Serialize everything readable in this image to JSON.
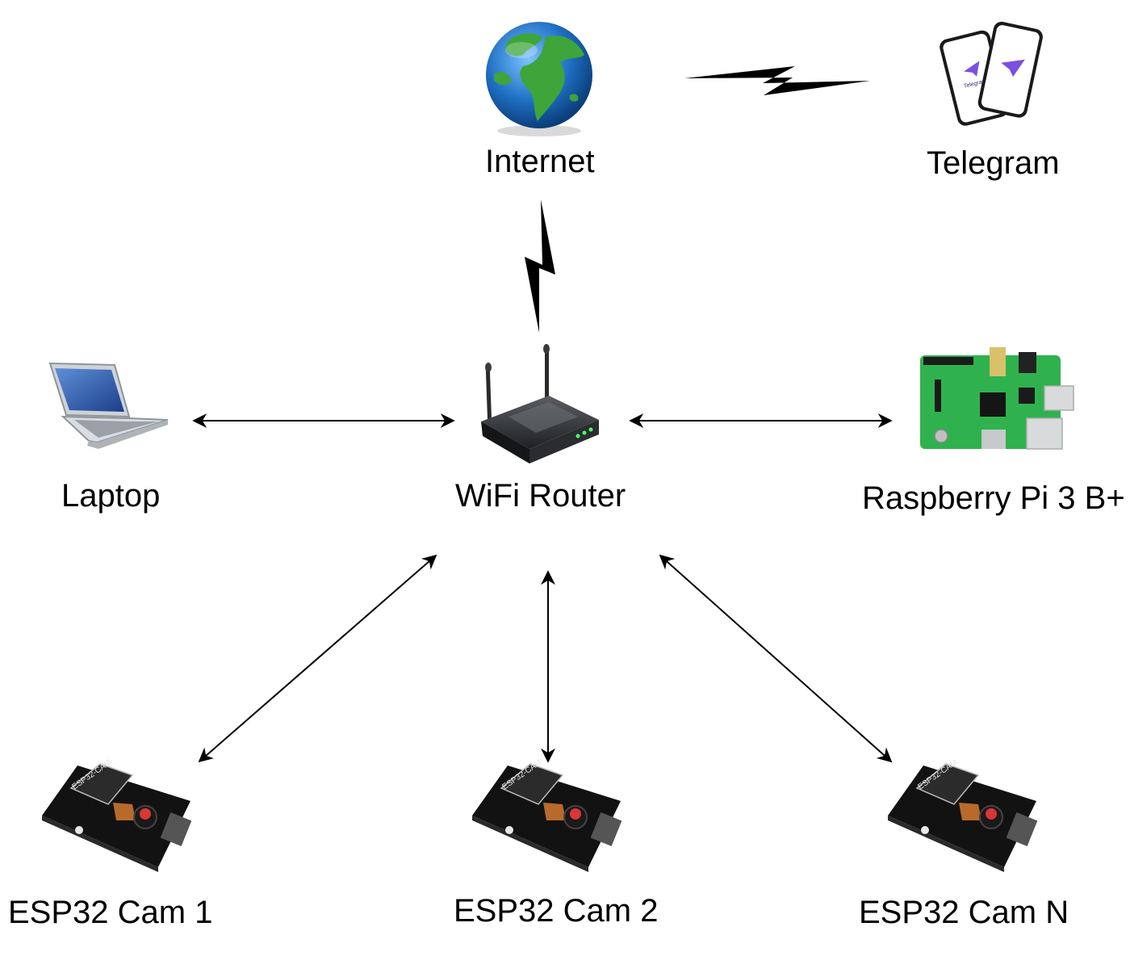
{
  "nodes": {
    "internet": {
      "label": "Internet",
      "icon": "globe-icon"
    },
    "telegram": {
      "label": "Telegram",
      "icon": "smartphones-icon",
      "screen_logo_text": "Telegram"
    },
    "laptop": {
      "label": "Laptop",
      "icon": "laptop-icon"
    },
    "router": {
      "label": "WiFi Router",
      "icon": "router-icon"
    },
    "raspberry": {
      "label": "Raspberry Pi 3 B+",
      "icon": "circuit-board-icon"
    },
    "cam1": {
      "label": "ESP32 Cam 1",
      "icon": "camera-module-icon",
      "board_text": "ESP32-CAM"
    },
    "cam2": {
      "label": "ESP32 Cam 2",
      "icon": "camera-module-icon",
      "board_text": "ESP32-CAM"
    },
    "camN": {
      "label": "ESP32 Cam N",
      "icon": "camera-module-icon",
      "board_text": "ESP32-CAM"
    }
  },
  "connections": [
    {
      "from": "internet",
      "to": "telegram",
      "kind": "wireless"
    },
    {
      "from": "internet",
      "to": "router",
      "kind": "wireless"
    },
    {
      "from": "laptop",
      "to": "router",
      "kind": "bidirectional"
    },
    {
      "from": "router",
      "to": "raspberry",
      "kind": "bidirectional"
    },
    {
      "from": "router",
      "to": "cam1",
      "kind": "bidirectional"
    },
    {
      "from": "router",
      "to": "cam2",
      "kind": "bidirectional"
    },
    {
      "from": "router",
      "to": "camN",
      "kind": "bidirectional"
    }
  ],
  "colors": {
    "ocean": "#1f6fc4",
    "land": "#3da53a",
    "pcb_green": "#2fb24e",
    "telegram_purple": "#7b4fe0",
    "line": "#000000"
  }
}
